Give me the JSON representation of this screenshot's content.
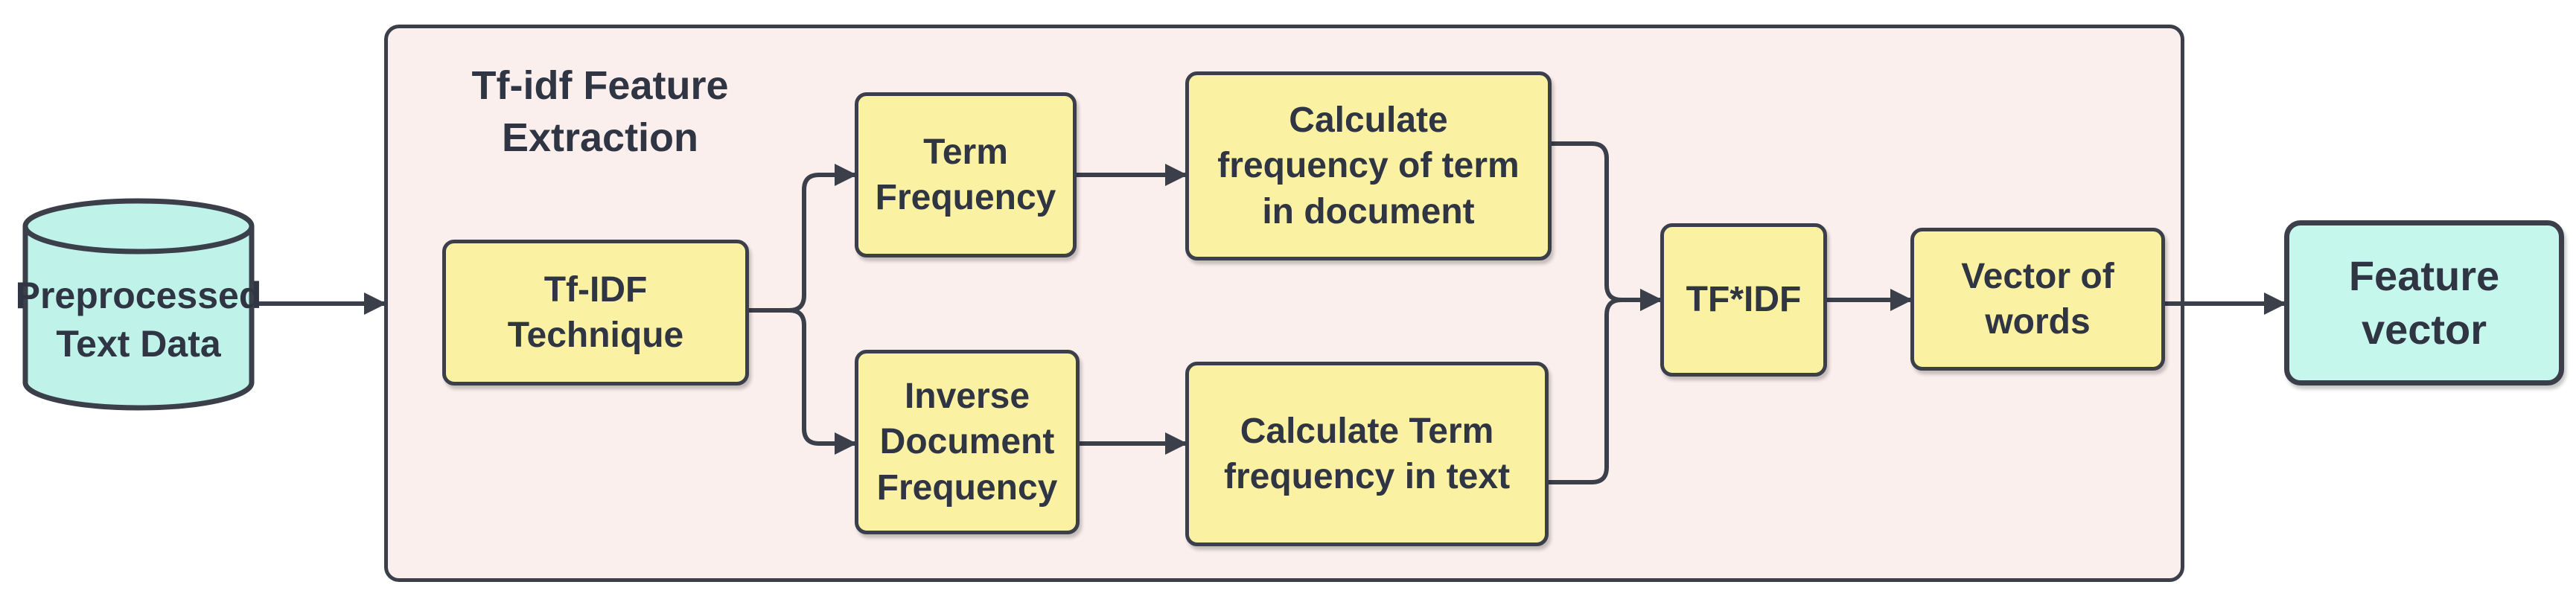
{
  "diagram": {
    "input": {
      "label": "Preprocessed\nText Data",
      "shape": "database-cylinder",
      "fill": "#bff3ea"
    },
    "cluster": {
      "title": "Tf-idf Feature\nExtraction",
      "fill": "#fbefee"
    },
    "nodes": {
      "technique": "Tf-IDF\nTechnique",
      "term_frequency": "Term\nFrequency",
      "inverse_document_frequency": "Inverse\nDocument\nFrequency",
      "calc_term_doc": "Calculate\nfrequency of term\nin document",
      "calc_term_text": "Calculate Term\nfrequency in text",
      "tfidf": "TF*IDF",
      "vector_of_words": "Vector of\nwords"
    },
    "output": {
      "label": "Feature\nvector",
      "fill": "#c6f7ec"
    },
    "colors": {
      "process_fill": "#fbf1a3",
      "stroke": "#3b3f4a",
      "text": "#2f3542"
    },
    "edges": [
      {
        "from": "input",
        "to": "cluster"
      },
      {
        "from": "technique",
        "to": "term_frequency"
      },
      {
        "from": "technique",
        "to": "inverse_document_frequency"
      },
      {
        "from": "term_frequency",
        "to": "calc_term_doc"
      },
      {
        "from": "inverse_document_frequency",
        "to": "calc_term_text"
      },
      {
        "from": "calc_term_doc",
        "to": "tfidf"
      },
      {
        "from": "calc_term_text",
        "to": "tfidf"
      },
      {
        "from": "tfidf",
        "to": "vector_of_words"
      },
      {
        "from": "vector_of_words",
        "to": "output"
      }
    ]
  }
}
